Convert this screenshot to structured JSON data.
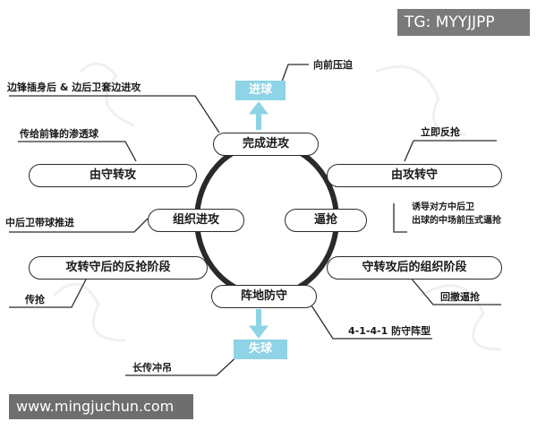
{
  "watermarks": {
    "top_right": "TG: MYYJJPP",
    "bottom_left": "www.mingjuchun.com"
  },
  "cycle": {
    "top": "完成进攻",
    "left": "组织进攻",
    "right": "逼抢",
    "bottom": "阵地防守"
  },
  "transitions": {
    "top_left": "由守转攻",
    "top_right": "由攻转守",
    "bottom_left": "攻转守后的反抢阶段",
    "bottom_right": "守转攻后的组织阶段"
  },
  "actions": {
    "goal": "进球",
    "lose_ball": "失球"
  },
  "notes": {
    "press_forward": "向前压迫",
    "flank_overlap": "边锋插身后 & 边后卫套边进攻",
    "through_ball": "传给前锋的渗透球",
    "cb_dribble": "中后卫带球推进",
    "steal": "传抢",
    "long_ball": "长传冲吊",
    "immediate_counterpress": "立即反抢",
    "trap_line1": "诱导对方中后卫",
    "trap_line2": "出球的中场前压式逼抢",
    "retreat_press": "回撤逼抢",
    "formation": "4-1-4-1 防守阵型"
  },
  "colors": {
    "action_fill": "#8ed3e6",
    "line": "#2a2a2a",
    "cycle_ring": "#2a2a2a"
  }
}
